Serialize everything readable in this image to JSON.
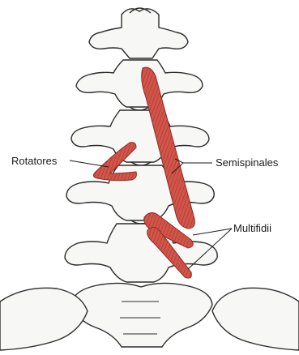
{
  "labels": {
    "rotatores": "Rotatores",
    "semispinales": "Semispinales",
    "multifidii": "Multifidii"
  },
  "colors": {
    "bone_outline": "#2b2b2b",
    "bone_fill": "#f7f7f5",
    "muscle": "#c8463c",
    "muscle_dark": "#8f2b24",
    "leader_line": "#1a1a1a"
  }
}
